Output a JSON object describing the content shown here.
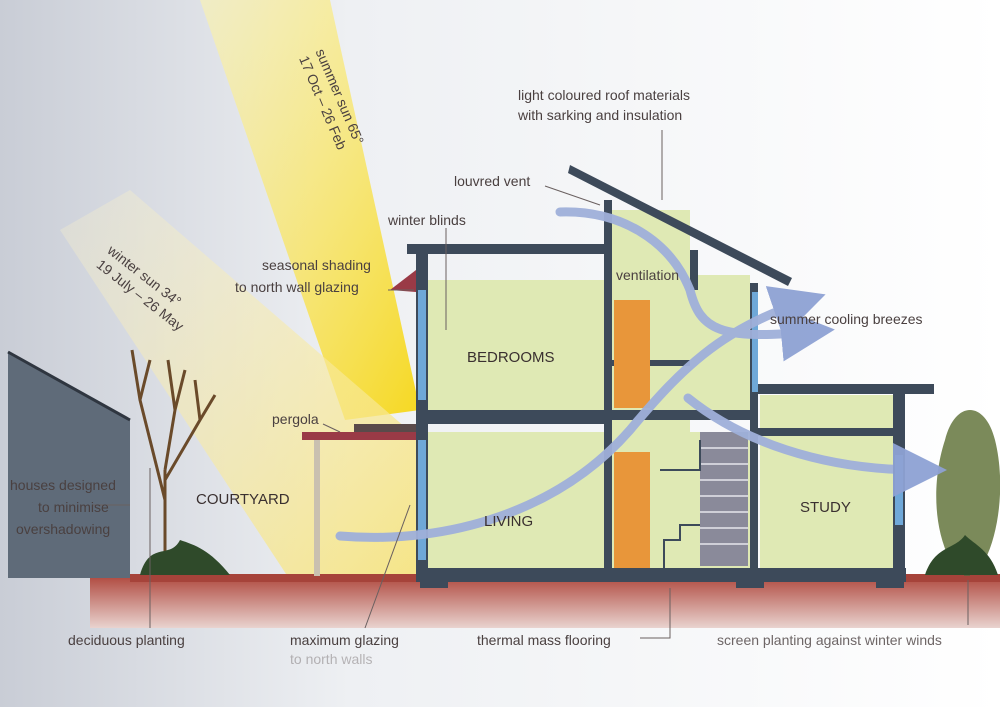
{
  "labels": {
    "summer_sun_line1": "summer sun 65°",
    "summer_sun_line2": "17 Oct – 26 Feb",
    "winter_sun_line1": "winter sun 34°",
    "winter_sun_line2": "19 July – 26 May",
    "roof_line1": "light coloured roof materials",
    "roof_line2": "with sarking and insulation",
    "louvred_vent": "louvred vent",
    "winter_blinds": "winter blinds",
    "seasonal_line1": "seasonal shading",
    "seasonal_line2": "to north wall glazing",
    "ventilation": "ventilation",
    "summer_breezes": "summer cooling breezes",
    "pergola": "pergola",
    "houses_line1": "houses designed",
    "houses_line2": "to minimise",
    "houses_line3": "overshadowing",
    "deciduous": "deciduous planting",
    "max_glazing_line1": "maximum glazing",
    "max_glazing_line2": "to north walls",
    "thermal_mass": "thermal mass flooring",
    "screen_planting": "screen planting against winter winds"
  },
  "rooms": {
    "bedrooms": "BEDROOMS",
    "living": "LIVING",
    "study": "STUDY",
    "courtyard": "COURTYARD"
  },
  "colors": {
    "wall": "#3d4a5a",
    "room_fill": "#dfe9b4",
    "ground": "#b9544a",
    "sun_summer": "#f6df3c",
    "sun_winter": "#f4e7a2",
    "airflow": "#9fb0da",
    "door": "#e8963a",
    "glazing": "#6fa8d8",
    "pergola": "#9a3a46"
  }
}
